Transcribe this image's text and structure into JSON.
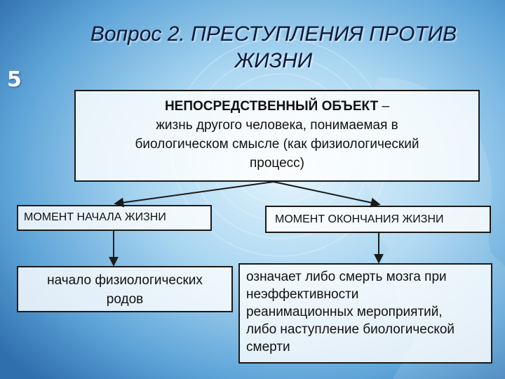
{
  "slide": {
    "number": "5"
  },
  "title": {
    "line1": "Вопрос 2. ПРЕСТУПЛЕНИЯ ПРОТИВ",
    "line2": "ЖИЗНИ"
  },
  "object_box": {
    "heading": "НЕПОСРЕДСТВЕННЫЙ ОБЪЕКТ",
    "dash": " –",
    "line1": "жизнь другого человека, понимаемая в",
    "line2": "биологическом смысле (как физиологический",
    "line3": "процесс)"
  },
  "start_box": {
    "label": "МОМЕНТ НАЧАЛА ЖИЗНИ"
  },
  "end_box": {
    "label": "МОМЕНТ ОКОНЧАНИЯ ЖИЗНИ"
  },
  "birth_box": {
    "line1": "начало физиологических",
    "line2": "родов"
  },
  "death_box": {
    "line1": "означает либо смерть мозга при",
    "line2": "неэффективности",
    "line3": "реанимационных мероприятий,",
    "line4": "либо наступление биологической",
    "line5": "смерти"
  },
  "colors": {
    "background_light": "#dff1fb",
    "background_mid": "#6fb3df",
    "background_dark": "#2f6fae",
    "border": "#1a1a1a"
  }
}
